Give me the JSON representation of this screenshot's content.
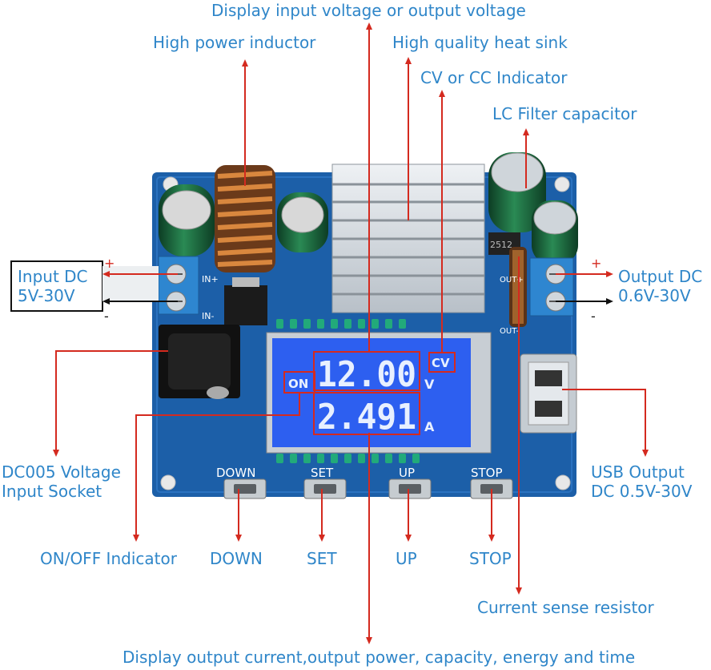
{
  "labels": {
    "display_voltage": "Display input voltage or output voltage",
    "inductor": "High power inductor",
    "heat_sink": "High quality heat sink",
    "cv_cc": "CV or CC Indicator",
    "lc_filter": "LC Filter capacitor",
    "input_dc": "Input DC\n5V-30V",
    "output_dc": "Output DC\n0.6V-30V",
    "dc005": "DC005 Voltage\nInput Socket",
    "usb_output": "USB Output\nDC 0.5V-30V",
    "on_off": "ON/OFF Indicator",
    "down": "DOWN",
    "set": "SET",
    "up": "UP",
    "stop": "STOP",
    "current_sense": "Current sense resistor",
    "display_current": "Display output current,output power, capacity, energy and time"
  },
  "board": {
    "in_plus": "IN+",
    "in_minus": "IN-",
    "out_plus": "OUT+",
    "out_minus": "OUT-",
    "plus_sign": "+",
    "minus_sign": "-",
    "btn_down": "DOWN",
    "btn_set": "SET",
    "btn_up": "UP",
    "btn_stop": "STOP",
    "chip": "2512"
  },
  "lcd": {
    "voltage": "12.00",
    "voltage_unit": "V",
    "current": "2.491",
    "current_unit": "A",
    "on": "ON",
    "cv": "CV"
  },
  "colors": {
    "label": "#2f86c9",
    "arrow": "#d42a1f",
    "pcb": "#1c5fa8",
    "lcd": "#2d5ff0"
  }
}
